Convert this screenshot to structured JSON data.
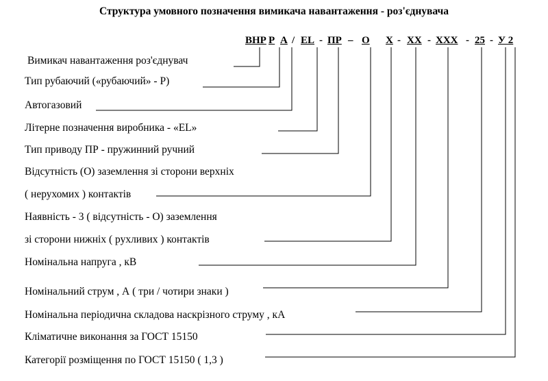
{
  "title": "Структура умовного позначення вимикача навантаження - роз'єднувача",
  "code": {
    "segments": [
      "ВНР",
      "Р",
      "А",
      "EL",
      "ПР",
      "О",
      "Х",
      "ХХ",
      "ХХХ",
      "25",
      "У 2"
    ],
    "separators": [
      "/",
      "-",
      "–",
      "-",
      "-",
      "-",
      "-",
      "-"
    ]
  },
  "labels": [
    "Вимикач навантаження роз'єднувач",
    "Тип рубаючий («рубаючий» - Р)",
    "Автогазовий",
    "Літерне позначення виробника - «EL»",
    "Тип   приводу   ПР  - пружинний   ручний",
    "Відсутність (О) заземлення зі сторони верхніх",
    "( нерухомих ) контактів",
    "Наявність - 3 ( відсутність - О) заземлення",
    "зі сторони нижніх ( рухливих ) контактів",
    "Номінальна напруга , кВ",
    "Номінальний струм , А ( три / чотири знаки )",
    "Номінальна  періодична складова наскрізного струму , кА",
    "Кліматичне виконання за ГОСТ 15150",
    "Категорії розміщення по ГОСТ 15150 ( 1,3 )"
  ]
}
